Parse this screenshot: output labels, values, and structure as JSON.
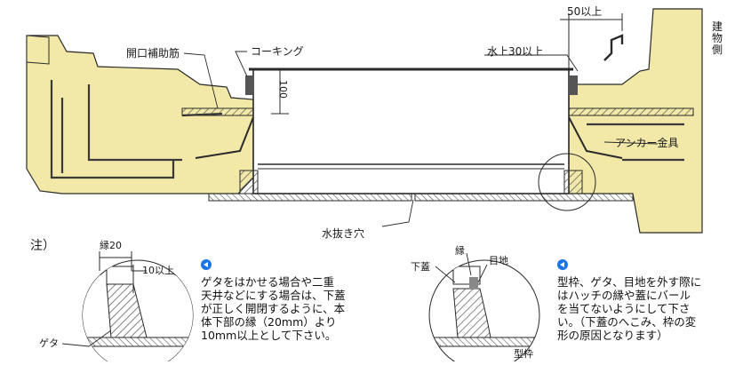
{
  "labels": {
    "opening_rebar": "開口補助筋",
    "caulking": "コーキング",
    "dim_50": "50以上",
    "water_30": "水上30以上",
    "building_side": "建物側",
    "dim_100": "100",
    "anchor": "アンカー金具",
    "drain_hole": "水抜き穴"
  },
  "note_left": {
    "heading": "注）",
    "edge": "縁20",
    "dim_10": "10以上",
    "geta": "ゲタ",
    "text": [
      "ゲタをはかせる場合や二重",
      "天井などにする場合は、下蓋",
      "が正しく開閉するように、本",
      "体下部の縁（20mm）より",
      "10mm以上として下さい。"
    ]
  },
  "note_right": {
    "edge": "縁",
    "joint": "目地",
    "lower_lid": "下蓋",
    "form_frame": "型枠",
    "text": [
      "型枠、ゲタ、目地を外す際に",
      "はハッチの縁や蓋にバール",
      "を当てないようにして下さ",
      "い。（下蓋のへこみ、枠の変",
      "形の原因となります）"
    ]
  },
  "colors": {
    "concrete": "#f2e8a8",
    "line": "#2a2a2a",
    "hatch": "#666666",
    "accent": "#1a73e8"
  }
}
